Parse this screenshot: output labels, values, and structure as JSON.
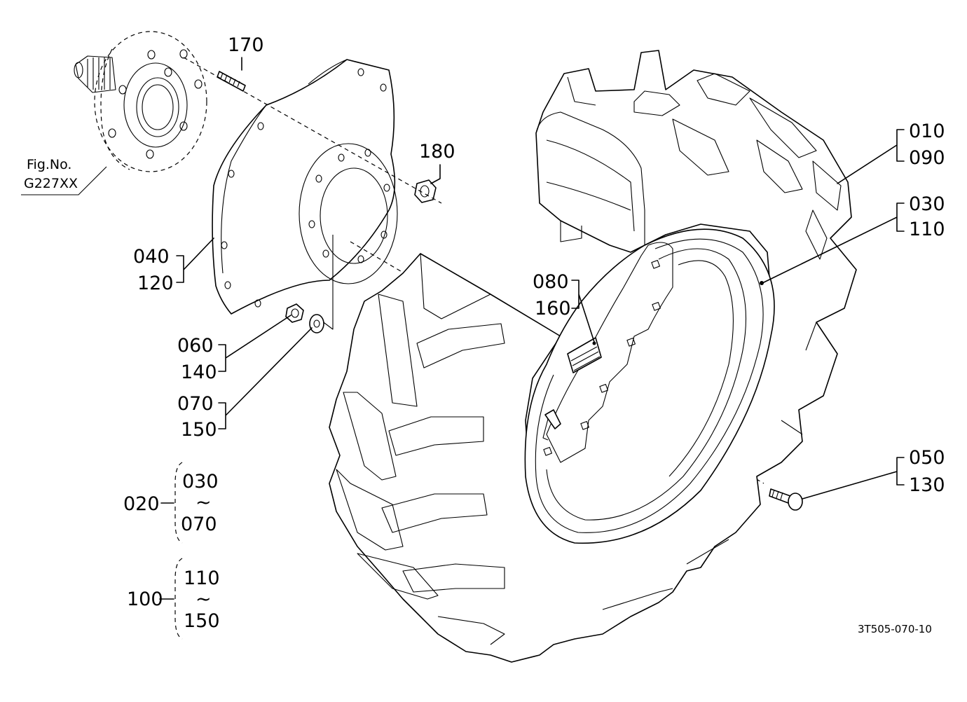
{
  "figure_ref": {
    "line1": "Fig.No.",
    "line2": "G227XX"
  },
  "drawing_code": "3T505-070-10",
  "callouts": {
    "c170": "170",
    "c180": "180",
    "c010": "010",
    "c090": "090",
    "c030": "030",
    "c110": "110",
    "c040": "040",
    "c120": "120",
    "c080": "080",
    "c160": "160",
    "c060": "060",
    "c140": "140",
    "c070": "070",
    "c150": "150",
    "c050": "050",
    "c130": "130"
  },
  "assemblies": {
    "a020": {
      "id": "020",
      "from": "030",
      "tilde": "~",
      "to": "070"
    },
    "a100": {
      "id": "100",
      "from": "110",
      "tilde": "~",
      "to": "150"
    }
  }
}
